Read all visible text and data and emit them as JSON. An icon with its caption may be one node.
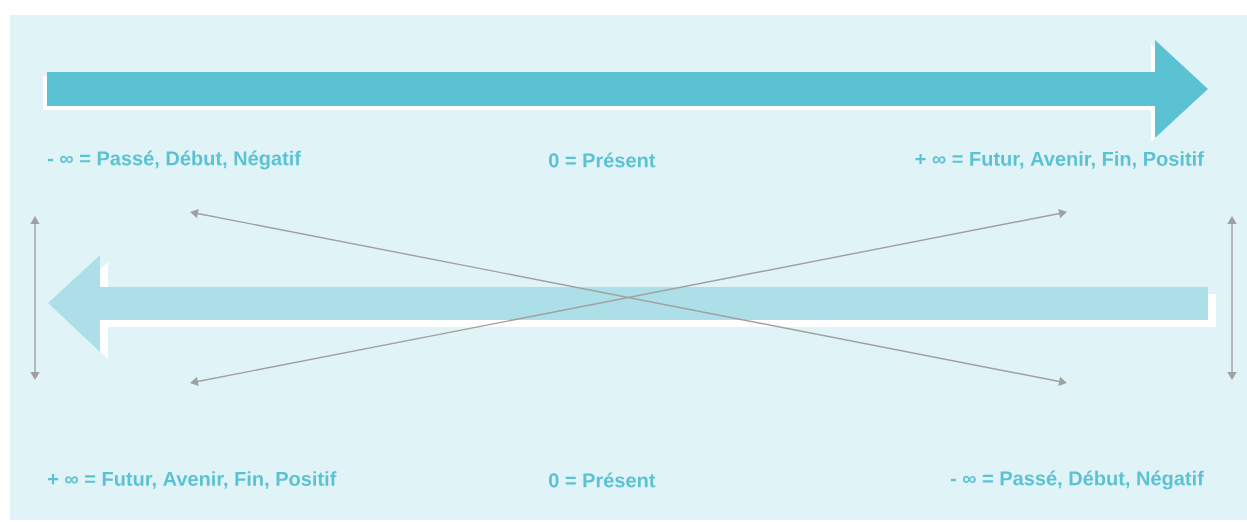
{
  "diagram": {
    "labels": [
      "- ∞  =  Passé, Début, Négatif",
      "0  =  Présent",
      "+  ∞  =  Futur, Avenir, Fin, Positif",
      "+  ∞  =  Futur, Avenir, Fin, Positif",
      "0  =  Présent",
      "- ∞  =  Passé, Début, Négatif"
    ]
  }
}
